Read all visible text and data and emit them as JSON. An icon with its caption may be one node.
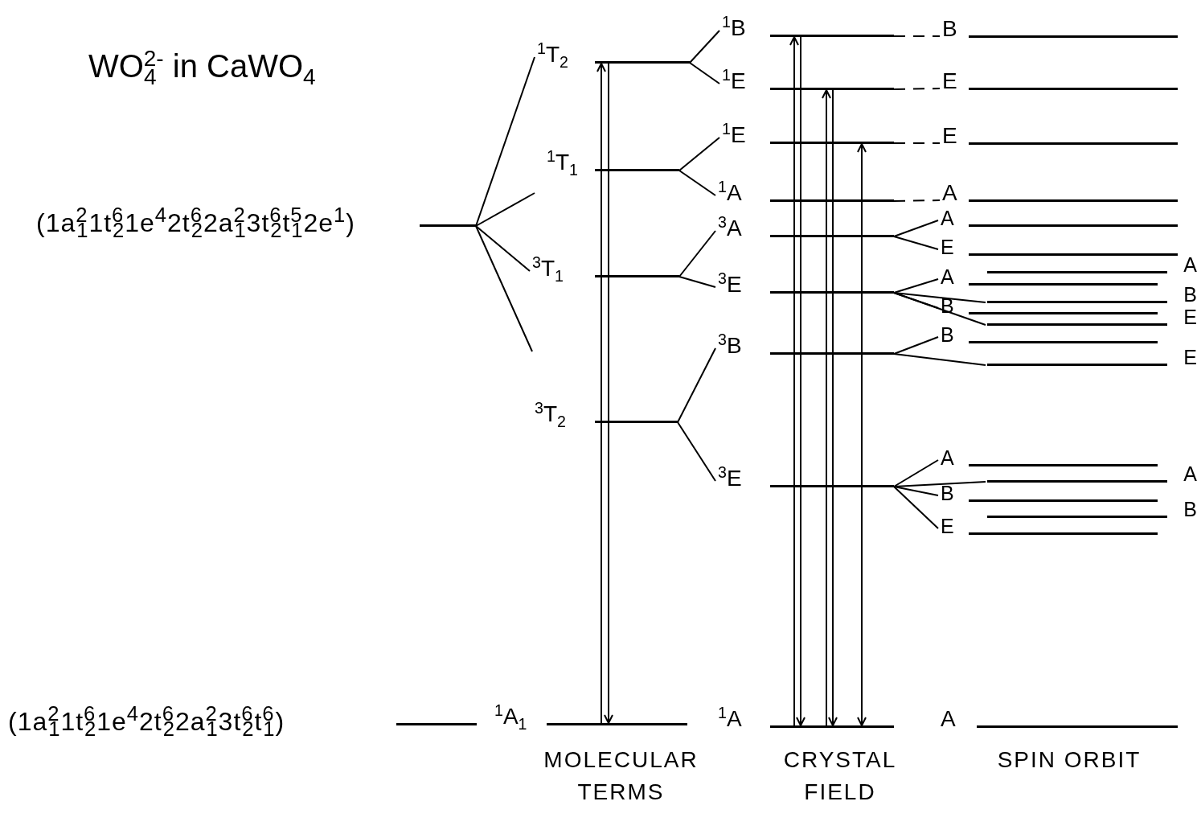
{
  "diagram": {
    "title": "WO$_{4}$$^{2-}$ in CaWO$_{4}$",
    "nodes": [
      {
        "text": [
          "(1a$^{2}$$_{1}$1t$^{6}$$_{2}$1e$^{4}$2t$^{6}$$_{2}$2a$^{2}$$_{1}$3t$^{6}$$_{2}$t$^{5}$$_{1}$2e$^{1}$)"
        ]
      },
      {
        "text": [
          "(1a$^{2}$$_{1}$1t$^{6}$$_{2}$1e$^{4}$2t$^{6}$$_{2}$2a$^{2}$$_{1}$3t$^{6}$$_{2}$t$^{6}$$_{1}$)"
        ]
      },
      {
        "text": [
          "$^{1}$T$_{2}$"
        ]
      },
      {
        "text": [
          "$^{1}$T$_{1}$"
        ]
      },
      {
        "text": [
          "$^{3}$T$_{1}$"
        ]
      },
      {
        "text": [
          "$^{3}$T$_{2}$"
        ]
      },
      {
        "text": [
          "$^{1}$A$_{1}$"
        ]
      },
      {
        "text": [
          "$^{1}$B"
        ]
      },
      {
        "text": [
          "$^{1}$E"
        ]
      },
      {
        "text": [
          "$^{1}$E"
        ]
      },
      {
        "text": [
          "$^{1}$A"
        ]
      },
      {
        "text": [
          "$^{3}$A"
        ]
      },
      {
        "text": [
          "$^{3}$E"
        ]
      },
      {
        "text": [
          "$^{3}$B"
        ]
      },
      {
        "text": [
          "$^{3}$E"
        ]
      },
      {
        "text": [
          "$^{1}$A"
        ]
      },
      {
        "text": [
          "B"
        ]
      },
      {
        "text": [
          "E"
        ]
      },
      {
        "text": [
          "E"
        ]
      },
      {
        "text": [
          "A"
        ]
      },
      {
        "text": [
          "A"
        ]
      },
      {
        "text": [
          "E"
        ]
      },
      {
        "text": [
          "A"
        ]
      },
      {
        "text": [
          "A"
        ]
      },
      {
        "text": [
          "B"
        ]
      },
      {
        "text": [
          "B"
        ]
      },
      {
        "text": [
          "E"
        ]
      },
      {
        "text": [
          "B"
        ]
      },
      {
        "text": [
          "E"
        ]
      },
      {
        "text": [
          "A"
        ]
      },
      {
        "text": [
          "A"
        ]
      },
      {
        "text": [
          "B"
        ]
      },
      {
        "text": [
          "B"
        ]
      },
      {
        "text": [
          "E"
        ]
      },
      {
        "text": [
          "A"
        ]
      }
    ],
    "edges": [
      {
        "from": 0,
        "to": 2,
        "arrow": "none"
      },
      {
        "from": 0,
        "to": null,
        "arrow": "none"
      },
      {
        "from": 0,
        "to": 4,
        "arrow": "none"
      },
      {
        "from": 0,
        "to": null,
        "arrow": "none"
      },
      {
        "from": 2,
        "to": 7,
        "arrow": "none"
      },
      {
        "from": 2,
        "to": 8,
        "arrow": "none"
      },
      {
        "from": 3,
        "to": 9,
        "arrow": "none"
      },
      {
        "from": 3,
        "to": 10,
        "arrow": "none"
      },
      {
        "from": 4,
        "to": 11,
        "arrow": "none"
      },
      {
        "from": 4,
        "to": 12,
        "arrow": "none"
      },
      {
        "from": 5,
        "to": 13,
        "arrow": "none"
      },
      {
        "from": 5,
        "to": 14,
        "arrow": "none"
      },
      {
        "from": 7,
        "to": 16,
        "arrow": "none",
        "style": "dashed"
      },
      {
        "from": 8,
        "to": 17,
        "arrow": "none",
        "style": "dashed"
      },
      {
        "from": 9,
        "to": 18,
        "arrow": "none",
        "style": "dashed"
      },
      {
        "from": 10,
        "to": 19,
        "arrow": "none",
        "style": "dashed"
      },
      {
        "from": 11,
        "to": 20,
        "arrow": "none"
      },
      {
        "from": 11,
        "to": 21,
        "arrow": "none"
      },
      {
        "from": 12,
        "to": 23,
        "arrow": "none"
      },
      {
        "from": 12,
        "to": 24,
        "arrow": "none"
      },
      {
        "from": 12,
        "to": 25,
        "arrow": "none"
      },
      {
        "from": 12,
        "to": 26,
        "arrow": "none"
      },
      {
        "from": 13,
        "to": 27,
        "arrow": "none"
      },
      {
        "from": 13,
        "to": 28,
        "arrow": "none"
      },
      {
        "from": 14,
        "to": 29,
        "arrow": "none"
      },
      {
        "from": 14,
        "to": 30,
        "arrow": "none"
      },
      {
        "from": 14,
        "to": 31,
        "arrow": "none"
      },
      {
        "from": 14,
        "to": 33,
        "arrow": "none"
      },
      {
        "from": 6,
        "to": 2,
        "arrow": "to"
      },
      {
        "from": 2,
        "to": 6,
        "arrow": "to"
      },
      {
        "from": 15,
        "to": 7,
        "arrow": "to"
      },
      {
        "from": 7,
        "to": 15,
        "arrow": "to"
      },
      {
        "from": 15,
        "to": 8,
        "arrow": "to"
      },
      {
        "from": 8,
        "to": 15,
        "arrow": "to"
      },
      {
        "from": 15,
        "to": 9,
        "arrow": "both"
      }
    ],
    "labels": [
      "MOLECULAR TERMS",
      "CRYSTAL FIELD",
      "SPIN ORBIT"
    ]
  }
}
